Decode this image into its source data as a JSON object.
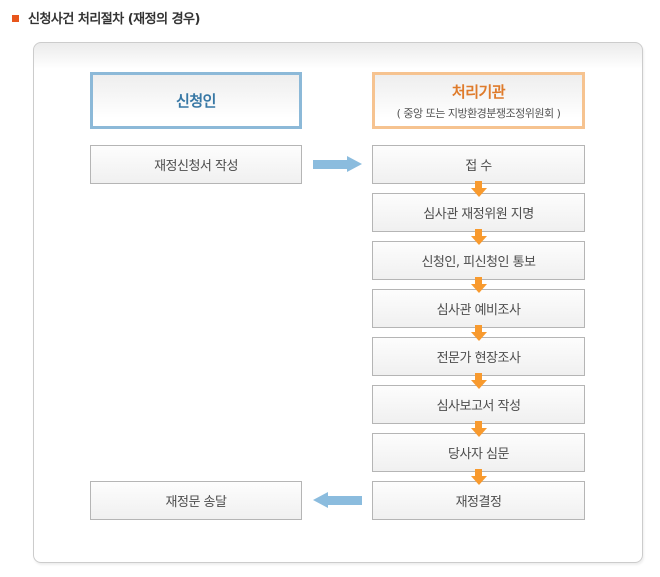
{
  "title": {
    "text": "신청사건 처리절차 (재정의 경우)"
  },
  "colors": {
    "title_bullet": "#e8561c",
    "applicant_border": "#8cb9d8",
    "applicant_text": "#3878a5",
    "agency_border": "#f6c390",
    "agency_text": "#df7b2b",
    "step_border": "#b5b5b5",
    "step_text": "#4d4d4d",
    "arrow_orange": "#f89a2e",
    "arrow_blue": "#8bbcde",
    "frame_border": "#cccccc"
  },
  "diagram": {
    "applicant": {
      "label": "신청인",
      "steps": [
        "재정신청서 작성",
        "재정문 송달"
      ]
    },
    "agency": {
      "label": "처리기관",
      "sublabel": "( 중앙 또는 지방환경분쟁조정위원회 )",
      "steps": [
        "접 수",
        "심사관 재정위원 지명",
        "신청인, 피신청인 통보",
        "심사관 예비조사",
        "전문가 현장조사",
        "심사보고서 작성",
        "당사자 심문",
        "재정결정"
      ]
    }
  }
}
